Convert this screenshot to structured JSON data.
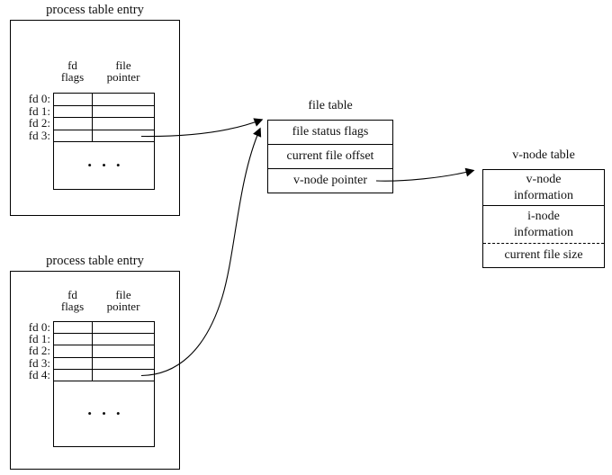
{
  "figure": {
    "colors": {
      "ink": "#000000",
      "background": "#ffffff"
    },
    "process_table_top": {
      "title": "process table entry",
      "header_col1_line1": "fd",
      "header_col1_line2": "flags",
      "header_col2_line1": "file",
      "header_col2_line2": "pointer",
      "rows": [
        "fd 0:",
        "fd 1:",
        "fd 2:",
        "fd 3:"
      ],
      "ellipsis": "• • •"
    },
    "process_table_bottom": {
      "title": "process table entry",
      "header_col1_line1": "fd",
      "header_col1_line2": "flags",
      "header_col2_line1": "file",
      "header_col2_line2": "pointer",
      "rows": [
        "fd 0:",
        "fd 1:",
        "fd 2:",
        "fd 3:",
        "fd 4:"
      ],
      "ellipsis": "• • •"
    },
    "file_table": {
      "title": "file table",
      "rows": [
        "file status flags",
        "current file offset",
        "v-node pointer"
      ]
    },
    "vnode_table": {
      "title": "v-node table",
      "row1_line1": "v-node",
      "row1_line2": "information",
      "row2_line1": "i-node",
      "row2_line2": "information",
      "row3": "current file size"
    },
    "connections": [
      {
        "from": "process-table-top fd 3 file pointer",
        "to": "file table"
      },
      {
        "from": "process-table-bottom fd 4 file pointer",
        "to": "file table"
      },
      {
        "from": "file table v-node pointer",
        "to": "v-node table"
      }
    ]
  }
}
